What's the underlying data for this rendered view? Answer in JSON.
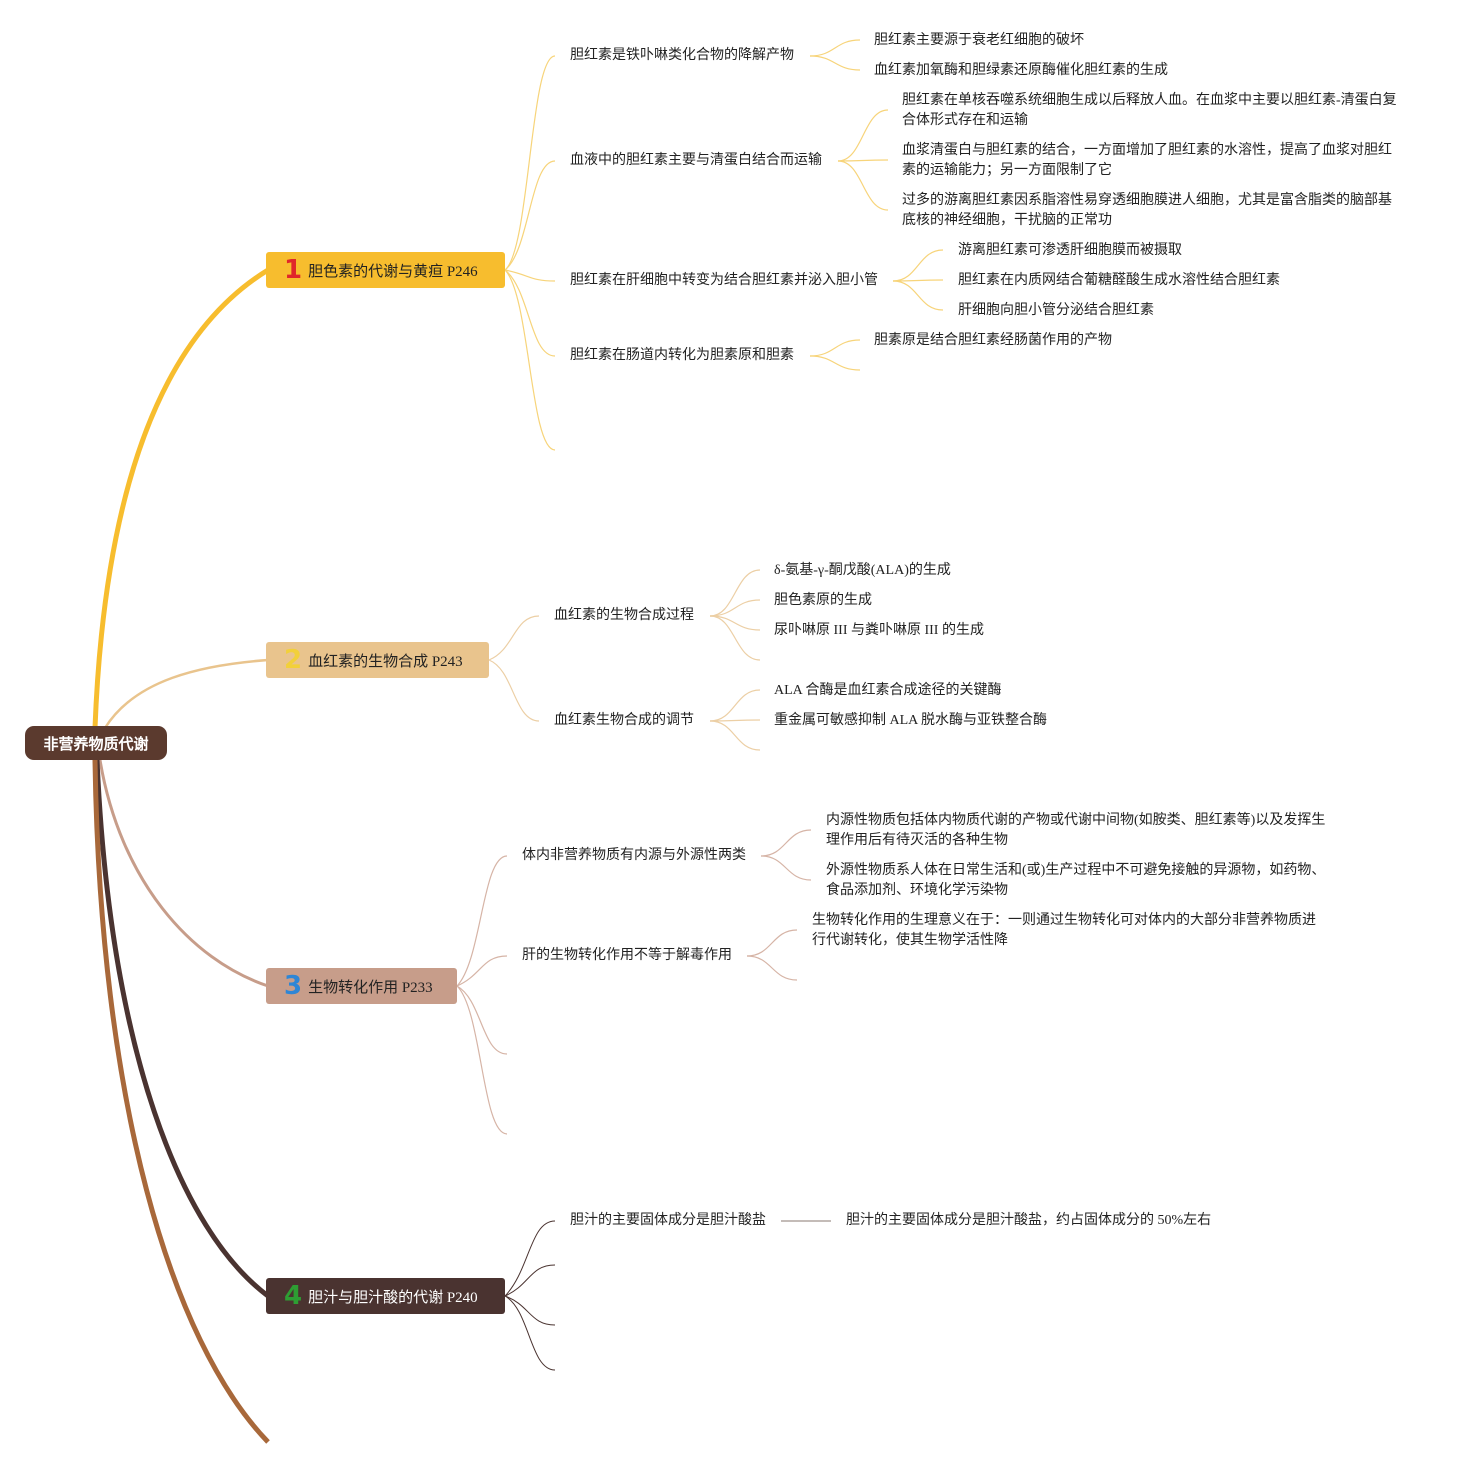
{
  "root": {
    "label": "非营养物质代谢"
  },
  "colors": {
    "root_bg": "#5b3a2e",
    "cat1": "#f7bd2e",
    "cat2": "#e9c48d",
    "cat3": "#c79d8a",
    "cat4": "#4a3330",
    "extra_branch": "#a8683a"
  },
  "categories": [
    {
      "number": "1",
      "number_color": "#e0262a",
      "label": "胆色素的代谢与黄疸 P246",
      "children": [
        {
          "label": "胆红素是铁卟啉类化合物的降解产物",
          "children": [
            "胆红素主要源于衰老红细胞的破坏",
            "血红素加氧酶和胆绿素还原酶催化胆红素的生成"
          ]
        },
        {
          "label": "血液中的胆红素主要与清蛋白结合而运输",
          "children": [
            "胆红素在单核吞噬系统细胞生成以后释放人血。在血浆中主要以胆红素-清蛋白复合体形式存在和运输",
            "血浆清蛋白与胆红素的结合，一方面增加了胆红素的水溶性，提高了血浆对胆红素的运输能力；另一方面限制了它",
            "过多的游离胆红素因系脂溶性易穿透细胞膜进人细胞，尤其是富含脂类的脑部基底核的神经细胞，干扰脑的正常功"
          ]
        },
        {
          "label": "胆红素在肝细胞中转变为结合胆红素并泌入胆小管",
          "children": [
            "游离胆红素可渗透肝细胞膜而被摄取",
            "胆红素在内质网结合葡糖醛酸生成水溶性结合胆红素",
            "肝细胞向胆小管分泌结合胆红素"
          ]
        },
        {
          "label": "胆红素在肠道内转化为胆素原和胆素",
          "children": [
            "胆素原是结合胆红素经肠菌作用的产物"
          ]
        }
      ]
    },
    {
      "number": "2",
      "number_color": "#f2d03a",
      "label": "血红素的生物合成 P243",
      "children": [
        {
          "label": "血红素的生物合成过程",
          "children": [
            "δ-氨基-γ-酮戊酸(ALA)的生成",
            "胆色素原的生成",
            "尿卟啉原 III 与粪卟啉原 III 的生成"
          ]
        },
        {
          "label": "血红素生物合成的调节",
          "children": [
            "ALA 合酶是血红素合成途径的关键酶",
            "重金属可敏感抑制 ALA 脱水酶与亚铁整合酶"
          ]
        }
      ]
    },
    {
      "number": "3",
      "number_color": "#2e86d6",
      "label": "生物转化作用 P233",
      "children": [
        {
          "label": "体内非营养物质有内源与外源性两类",
          "children": [
            "内源性物质包括体内物质代谢的产物或代谢中间物(如胺类、胆红素等)以及发挥生理作用后有待灭活的各种生物",
            "外源性物质系人体在日常生活和(或)生产过程中不可避免接触的异源物，如药物、食品添加剂、环境化学污染物"
          ]
        },
        {
          "label": "肝的生物转化作用不等于解毒作用",
          "children": [
            "生物转化作用的生理意义在于：一则通过生物转化可对体内的大部分非营养物质进行代谢转化，使其生物学活性降"
          ]
        }
      ]
    },
    {
      "number": "4",
      "number_color": "#2e9e33",
      "label": "胆汁与胆汁酸的代谢 P240",
      "children": [
        {
          "label": "胆汁的主要固体成分是胆汁酸盐",
          "children": [
            "胆汁的主要固体成分是胆汁酸盐，约占固体成分的 50%左右"
          ]
        }
      ]
    }
  ]
}
